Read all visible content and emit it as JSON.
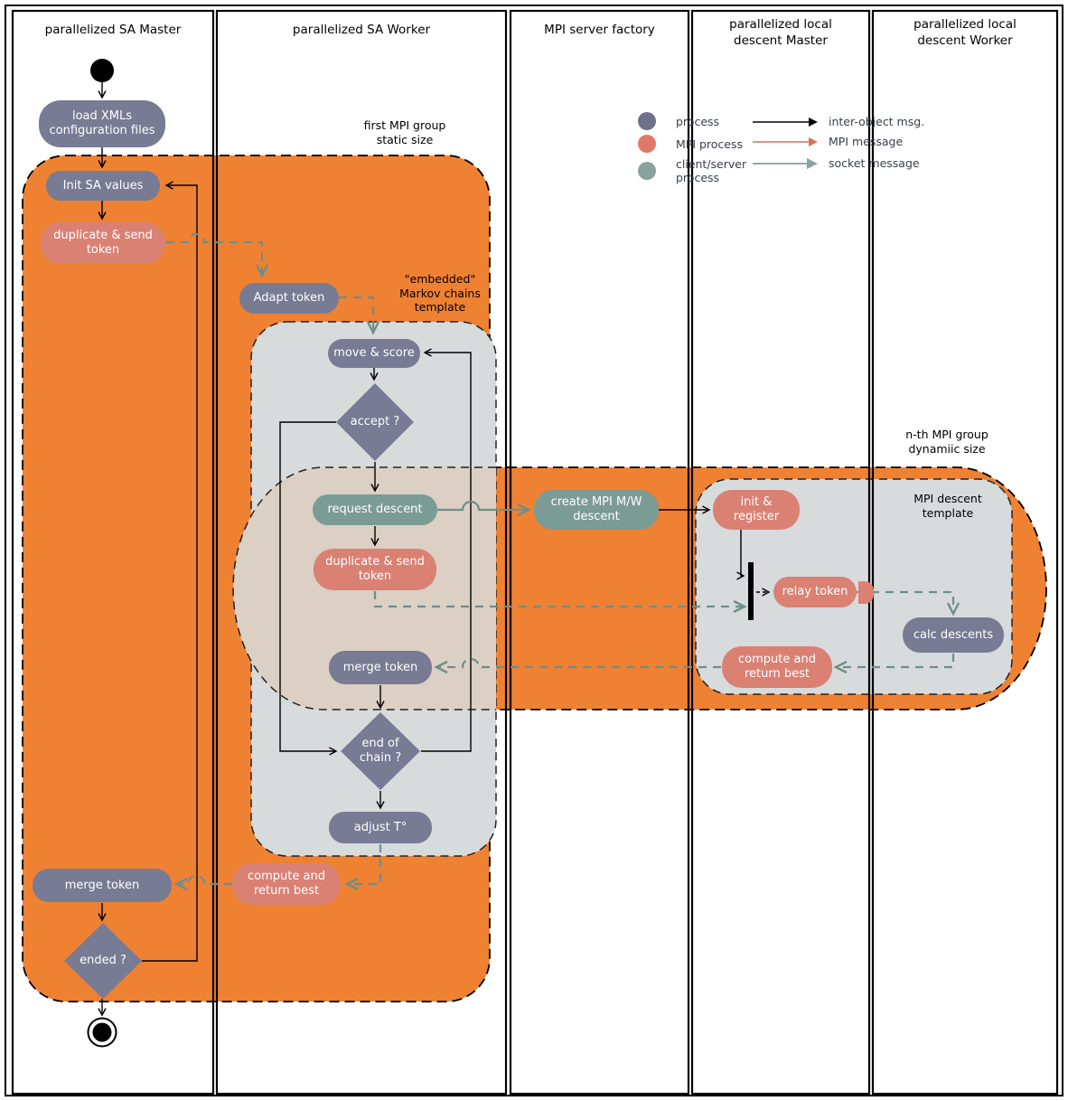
{
  "lanes": [
    {
      "label": "parallelized SA Master"
    },
    {
      "label": "parallelized SA Worker"
    },
    {
      "label": "MPI server factory"
    },
    {
      "label": "parallelized local\ndescent Master"
    },
    {
      "label": "parallelized local\ndescent Worker"
    }
  ],
  "legend": {
    "items": [
      {
        "label": "process",
        "color": "#6f7389"
      },
      {
        "label": "MPI process",
        "color": "#df7867"
      },
      {
        "label": "client/server\nprocess",
        "color": "#88a39d"
      }
    ],
    "arrows": [
      {
        "label": "inter-object msg.",
        "color": "#000000",
        "style": "solid"
      },
      {
        "label": "MPI message",
        "color": "#d9705c",
        "style": "solid"
      },
      {
        "label": "socket message",
        "color": "#6e8e8a",
        "style": "solid"
      }
    ]
  },
  "region_labels": {
    "first_group": "first MPI group\nstatic size",
    "embedded": "\"embedded\"\nMarkov chains\ntemplate",
    "nth_group": "n-th MPI group\ndynamiic size",
    "mpi_descent": "MPI descent\ntemplate"
  },
  "nodes": {
    "load_xmls": {
      "label": "load XMLs\nconfiguration files",
      "type": "process"
    },
    "init_sa": {
      "label": "Init SA values",
      "type": "process"
    },
    "dup_send_master": {
      "label": "duplicate & send\ntoken",
      "type": "mpi"
    },
    "adapt_token": {
      "label": "Adapt token",
      "type": "process"
    },
    "move_score": {
      "label": "move & score",
      "type": "process"
    },
    "accept": {
      "label": "accept ?",
      "type": "decision"
    },
    "request_descent": {
      "label": "request descent",
      "type": "client-server"
    },
    "dup_send_worker": {
      "label": "duplicate & send\ntoken",
      "type": "mpi"
    },
    "merge_token_worker": {
      "label": "merge token",
      "type": "process"
    },
    "end_of_chain": {
      "label": "end of\nchain ?",
      "type": "decision"
    },
    "adjust_t": {
      "label": "adjust T°",
      "type": "process"
    },
    "compute_best_worker": {
      "label": "compute and\nreturn best",
      "type": "mpi"
    },
    "merge_token_master": {
      "label": "merge token",
      "type": "process"
    },
    "ended": {
      "label": "ended ?",
      "type": "decision"
    },
    "create_mpi": {
      "label": "create MPI M/W\ndescent",
      "type": "client-server"
    },
    "init_register": {
      "label": "init &\nregister",
      "type": "mpi"
    },
    "relay_token": {
      "label": "relay token",
      "type": "mpi"
    },
    "calc_descents": {
      "label": "calc descents",
      "type": "process"
    },
    "compute_best_descent": {
      "label": "compute and\nreturn best",
      "type": "mpi"
    }
  },
  "colors": {
    "group_orange": "#ef8133",
    "process_node": "#777b93",
    "mpi_node": "#da8174",
    "client_server_node": "#7b9b95",
    "template_gray": "#d8dbdc",
    "overlay_beige": "#dccfc4",
    "socket_arrow_teal": "#6e8e8a",
    "inter_object_black": "#000000"
  }
}
